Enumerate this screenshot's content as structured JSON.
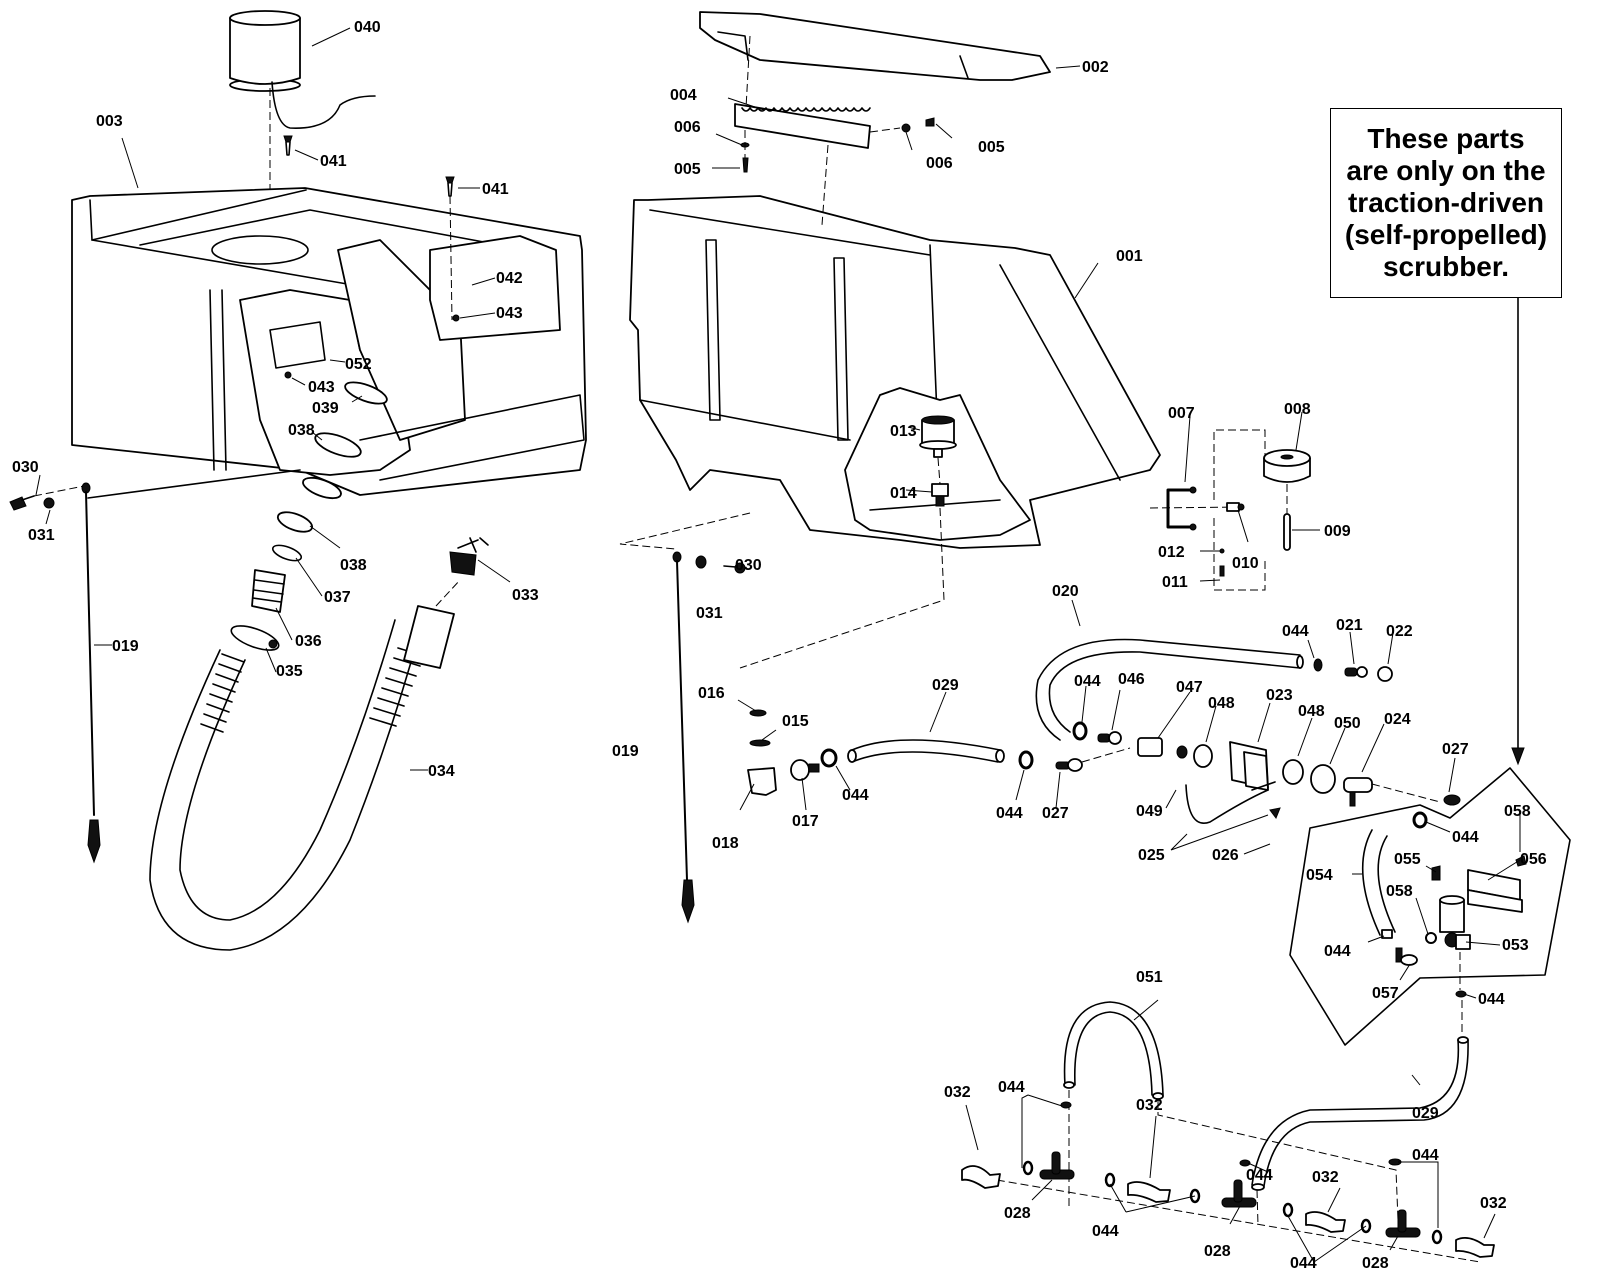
{
  "note": {
    "lines": [
      "These parts",
      "are only on the",
      "traction-driven",
      "(self-propelled)",
      "scrubber."
    ]
  },
  "labels": {
    "p001": "001",
    "p002": "002",
    "p003": "003",
    "p004": "004",
    "p005a": "005",
    "p005b": "005",
    "p006a": "006",
    "p006b": "006",
    "p007": "007",
    "p008": "008",
    "p009": "009",
    "p010": "010",
    "p011": "011",
    "p012": "012",
    "p013": "013",
    "p014": "014",
    "p015": "015",
    "p016": "016",
    "p017": "017",
    "p018": "018",
    "p019a": "019",
    "p019b": "019",
    "p020": "020",
    "p021": "021",
    "p022": "022",
    "p023": "023",
    "p024": "024",
    "p025": "025",
    "p026": "026",
    "p027a": "027",
    "p027b": "027",
    "p028a": "028",
    "p028b": "028",
    "p028c": "028",
    "p029a": "029",
    "p029b": "029",
    "p030a": "030",
    "p030b": "030",
    "p031a": "031",
    "p031b": "031",
    "p032a": "032",
    "p032b": "032",
    "p032c": "032",
    "p032d": "032",
    "p033": "033",
    "p034": "034",
    "p035": "035",
    "p036": "036",
    "p037": "037",
    "p038a": "038",
    "p038b": "038",
    "p039": "039",
    "p040": "040",
    "p041a": "041",
    "p041b": "041",
    "p042": "042",
    "p043a": "043",
    "p043b": "043",
    "p044a": "044",
    "p044b": "044",
    "p044c": "044",
    "p044d": "044",
    "p044e": "044",
    "p044f": "044",
    "p044g": "044",
    "p044h": "044",
    "p044i": "044",
    "p044j": "044",
    "p044k": "044",
    "p044l": "044",
    "p046": "046",
    "p047": "047",
    "p048a": "048",
    "p048b": "048",
    "p049": "049",
    "p050": "050",
    "p051": "051",
    "p052": "052",
    "p053": "053",
    "p054": "054",
    "p055": "055",
    "p056": "056",
    "p057": "057",
    "p058a": "058",
    "p058b": "058"
  }
}
